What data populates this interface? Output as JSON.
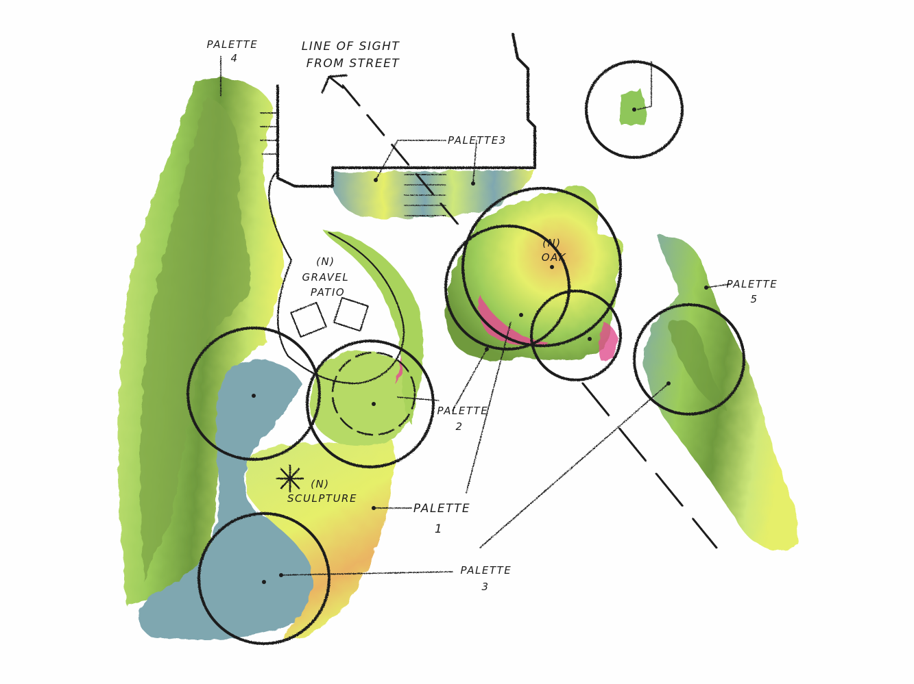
{
  "labels": {
    "palette4": [
      "PALETTE",
      "4"
    ],
    "line_of_sight": [
      "LINE OF SIGHT",
      "FROM STREET"
    ],
    "palette3_top": "PALETTE3",
    "gravel_patio": [
      "(N)",
      "GRAVEL",
      "PATIO"
    ],
    "oak": [
      "(N)",
      "OAK"
    ],
    "palette5": [
      "PALETTE",
      "5"
    ],
    "palette2": [
      "PALETTE",
      "2"
    ],
    "sculpture": [
      "(N)",
      "SCULPTURE"
    ],
    "palette1": [
      "PALETTE",
      "1"
    ],
    "palette3_bottom": [
      "PALETTE",
      "3"
    ]
  },
  "colors": {
    "paper": "#fefefe",
    "ink": "#1d1d1d",
    "grass_light": "#cfe87a",
    "grass_mid": "#9ccc5a",
    "grass_dark": "#6f9a3e",
    "yellow": "#e6ef6a",
    "blue_grey": "#7fa7b0",
    "orange": "#eab463",
    "magenta": "#e0508f"
  }
}
